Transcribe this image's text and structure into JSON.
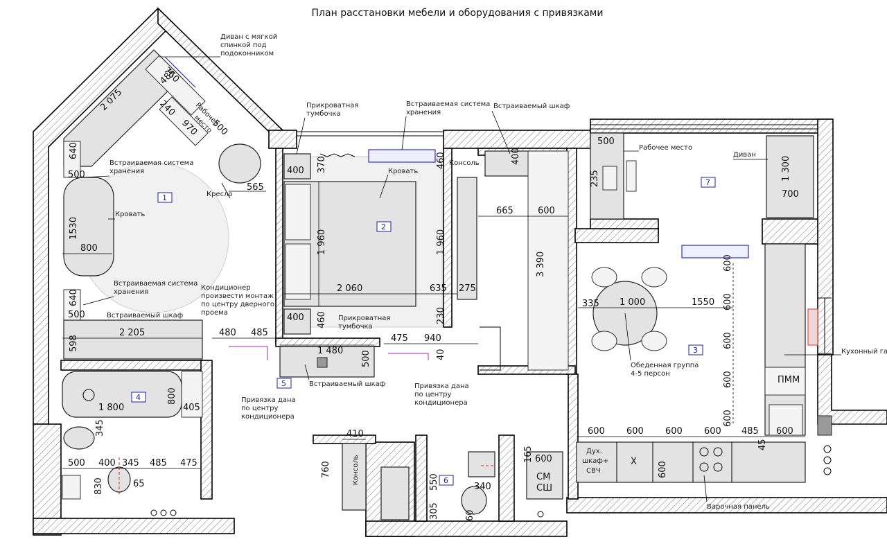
{
  "title": "План расстановки мебели и оборудования с привязками",
  "rooms": [
    {
      "no": "1"
    },
    {
      "no": "2"
    },
    {
      "no": "3"
    },
    {
      "no": "4"
    },
    {
      "no": "5"
    },
    {
      "no": "6"
    },
    {
      "no": "7"
    }
  ],
  "labels": {
    "divan_podokonnik": [
      "Диван с мягкой",
      "спинкой под",
      "подоконником"
    ],
    "rabochee_mesto_1": [
      "Рабочее",
      "место"
    ],
    "kreslo": "Кресло",
    "vstr_sistema_1": [
      "Встраиваемая система",
      "хранения"
    ],
    "krovat_1": "Кровать",
    "vstr_sistema_2": [
      "Встраиваемая система",
      "хранения"
    ],
    "vstr_shkaf_1": "Встраиваемый шкаф",
    "kondicioner": [
      "Кондиционер",
      "произвести монтаж",
      "по центру дверного",
      "проема"
    ],
    "prikrov_1": [
      "Прикроватная",
      "тумбочка"
    ],
    "vstr_sistema_3": [
      "Встраиваемая система",
      "хранения"
    ],
    "vstr_shkaf_2": "Встраиваемый шкаф",
    "krovat_2": "Кровать",
    "konsol_1": "Консоль",
    "prikrov_2": [
      "Прикроватная",
      "тумбочка"
    ],
    "vstr_shkaf_3": "Встраиваемый шкаф",
    "privyazka_1": [
      "Привязка дана",
      "по центру",
      "кондиционера"
    ],
    "privyazka_2": [
      "Привязка дана",
      "по центру",
      "кондиционера"
    ],
    "rabochee_mesto_2": "Рабочее место",
    "divan": "Диван",
    "obedennaya": [
      "Обеденная группа",
      "4-5 персон"
    ],
    "kuhonny": "Кухонный гар",
    "pmm": "ПММ",
    "duh": [
      "Дух.",
      "шкаф+",
      "СВЧ"
    ],
    "x": "Х",
    "sm": [
      "СМ",
      "СШ"
    ],
    "konsol_2": "Консоль",
    "varochnaya": "Варочная панель"
  },
  "dims": {
    "d760": "760",
    "d485a": "485",
    "d2075": "2 075",
    "d240": "240",
    "d500a": "500",
    "d970": "970",
    "d640a": "640",
    "d500b": "500",
    "d565": "565",
    "d1530": "1530",
    "d800a": "800",
    "d640b": "640",
    "d500c": "500",
    "d2205": "2 205",
    "d598": "598",
    "d400a": "400",
    "d370": "370",
    "d1960a": "1 960",
    "d2060": "2 060",
    "d635": "635",
    "d460a": "460",
    "d1960b": "1 960",
    "d275": "275",
    "d230": "230",
    "d400b": "400",
    "d460b": "460",
    "d400c": "400",
    "d665": "665",
    "d600a": "600",
    "d3390": "3 390",
    "d480": "480",
    "d485b": "485",
    "d1480": "1 480",
    "d500d": "500",
    "d475a": "475",
    "d940": "940",
    "d40": "40",
    "d500e": "500",
    "d235": "235",
    "d1300": "1 300",
    "d700": "700",
    "d335": "335",
    "d1000": "1 000",
    "d1550": "1550",
    "d600b": "600",
    "d600c": "600",
    "d600d": "600",
    "d600e": "600",
    "d600f": "600",
    "d1800": "1 800",
    "d800b": "800",
    "d405": "405",
    "d345a": "345",
    "d500f": "500",
    "d400d": "400",
    "d345b": "345",
    "d485c": "485",
    "d475b": "475",
    "d65": "65",
    "d830": "830",
    "d410": "410",
    "d760b": "760",
    "d550": "550",
    "d340": "340",
    "d305": "305",
    "d60": "60",
    "d165": "165",
    "d600g": "600",
    "d600h": "600",
    "d600i": "600",
    "d600j": "600",
    "d600k": "600",
    "d485d": "485",
    "d600l": "600",
    "d45": "45",
    "d600m": "600"
  }
}
